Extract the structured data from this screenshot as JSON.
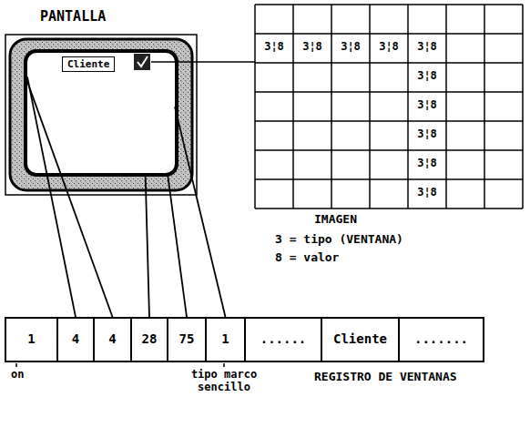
{
  "diagram": {
    "nodes": [
      {
        "text": [
          "Cliente"
        ]
      },
      {
        "text": [
          "1"
        ]
      },
      {
        "text": [
          "4"
        ]
      },
      {
        "text": [
          "4"
        ]
      },
      {
        "text": [
          "28"
        ]
      },
      {
        "text": [
          "75"
        ]
      },
      {
        "text": [
          "1"
        ]
      },
      {
        "text": [
          "......"
        ]
      },
      {
        "text": [
          "Cliente"
        ]
      },
      {
        "text": [
          "......."
        ]
      }
    ],
    "edges": [
      {
        "from": 0,
        "to": 2,
        "arrow": "none"
      },
      {
        "from": 0,
        "to": 3,
        "arrow": "none"
      },
      {
        "from": 0,
        "to": 4,
        "arrow": "none"
      },
      {
        "from": 0,
        "to": 5,
        "arrow": "none"
      },
      {
        "from": 0,
        "to": 6,
        "arrow": "none"
      }
    ],
    "labels": [
      "PANTALLA",
      "3¦8",
      "3¦8",
      "3¦8",
      "3¦8",
      "3¦8",
      "3¦8",
      "3¦8",
      "3¦8",
      "3¦8",
      "3¦8",
      "IMAGEN",
      "3 = tipo (VENTANA)",
      "8 = valor",
      "on",
      "tipo marco sencillo",
      "REGISTRO DE VENTANAS"
    ]
  }
}
